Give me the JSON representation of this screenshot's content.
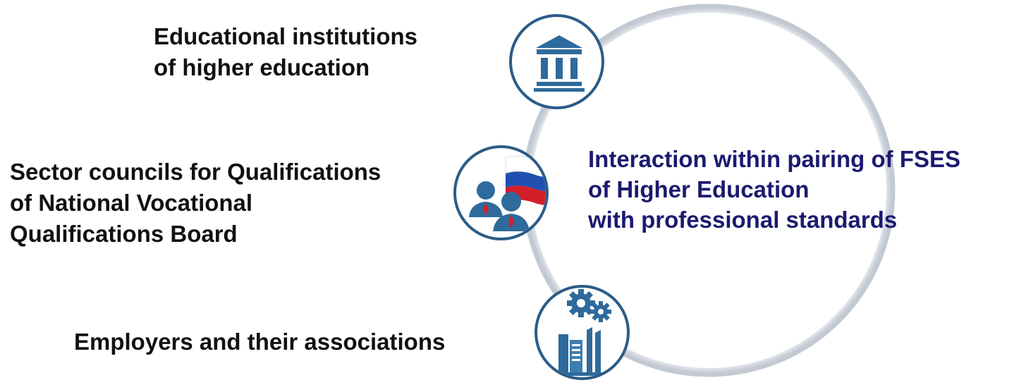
{
  "diagram": {
    "central_text": "Interaction within pairing of FSES\nof Higher Education\nwith professional standards",
    "participants": [
      {
        "label": "Educational institutions\nof higher education",
        "icon": "university-building-icon"
      },
      {
        "label": "Sector councils for Qualifications\nof National Vocational\nQualifications Board",
        "icon": "officials-with-flag-icon"
      },
      {
        "label": "Employers and their associations",
        "icon": "factory-gears-icon"
      }
    ]
  },
  "colors": {
    "central_text": "#1b1a70",
    "node_border": "#2b5c87",
    "icon_fill": "#2e6a9c",
    "ring": "#c9ced6"
  }
}
